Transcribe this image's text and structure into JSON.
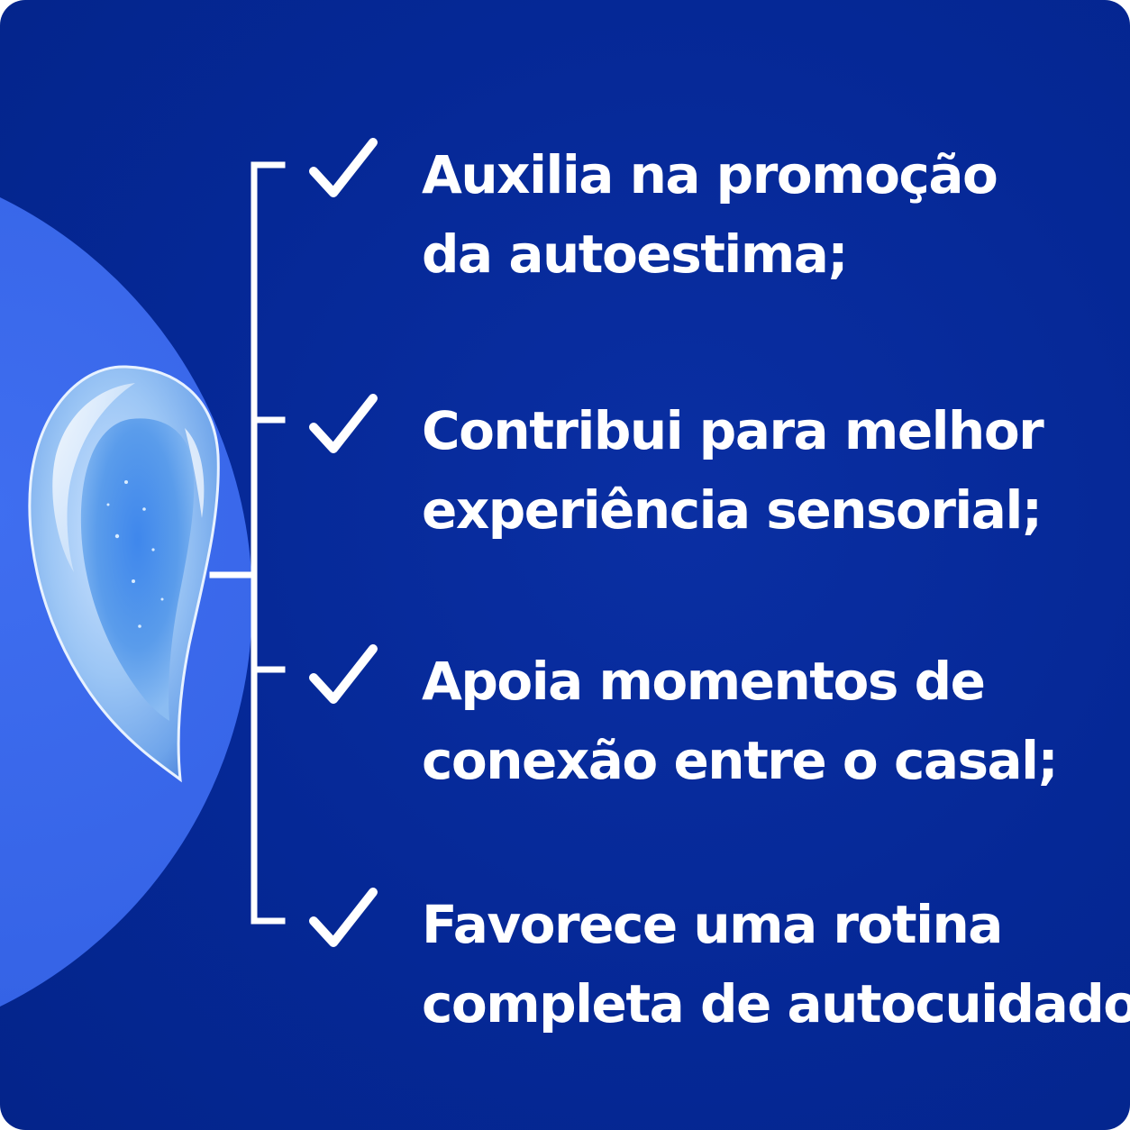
{
  "colors": {
    "background": "#052896",
    "circle": "#3563e6",
    "text": "#ffffff",
    "bracket": "#ffffff"
  },
  "icons": {
    "check": "check-icon",
    "product": "gel-swatch-image"
  },
  "benefits": [
    {
      "line1": "Auxilia na promoção",
      "line2": "da autoestima;"
    },
    {
      "line1": "Contribui para melhor",
      "line2": "experiência sensorial;"
    },
    {
      "line1": "Apoia momentos de",
      "line2": "conexão entre o casal;"
    },
    {
      "line1": "Favorece uma rotina",
      "line2": "completa de autocuidado."
    }
  ]
}
